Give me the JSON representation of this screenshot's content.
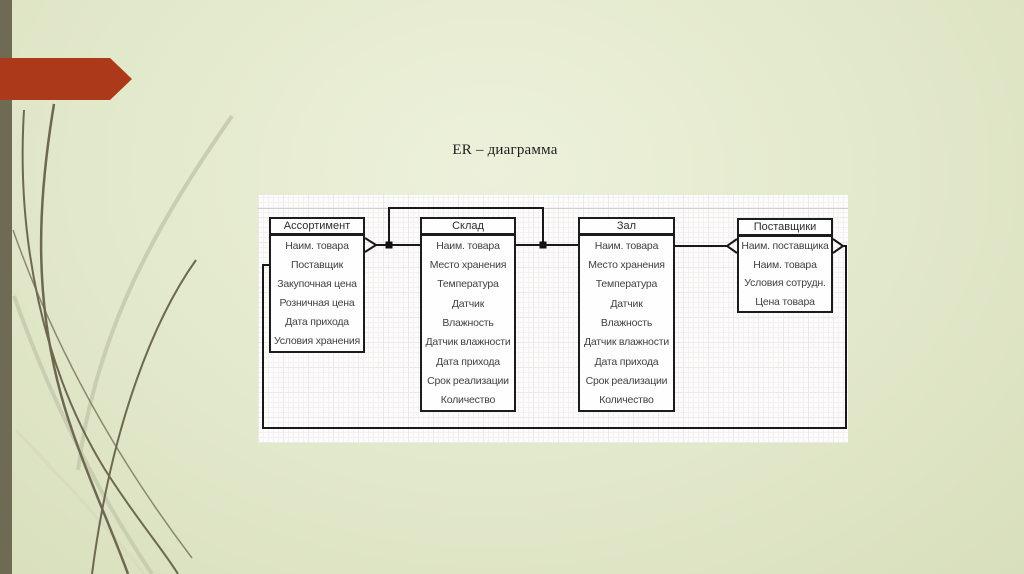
{
  "slide": {
    "title": "ER – диаграмма"
  },
  "diagram": {
    "entities": [
      {
        "name": "Ассортимент",
        "attributes": [
          "Наим. товара",
          "Поставщик",
          "Закупочная цена",
          "Розничная цена",
          "Дата прихода",
          "Условия хранения"
        ]
      },
      {
        "name": "Склад",
        "attributes": [
          "Наим. товара",
          "Место хранения",
          "Температура",
          "Датчик",
          "Влажность",
          "Датчик влажности",
          "Дата прихода",
          "Срок реализации",
          "Количество"
        ]
      },
      {
        "name": "Зал",
        "attributes": [
          "Наим. товара",
          "Место хранения",
          "Температура",
          "Датчик",
          "Влажность",
          "Датчик влажности",
          "Дата прихода",
          "Срок реализации",
          "Количество"
        ]
      },
      {
        "name": "Поставщики",
        "attributes": [
          "Наим. поставщика",
          "Наим. товара",
          "Условия сотрудн.",
          "Цена товара"
        ]
      }
    ]
  },
  "colors": {
    "accent_red": "#ac3a1a",
    "sidebar_olive": "#6e6a54",
    "background_green": "#e4eacd",
    "panel_white": "#fdfcfc",
    "line_black": "#181818",
    "stem_dark": "#6e6852",
    "stem_light": "#c9ceb2"
  }
}
